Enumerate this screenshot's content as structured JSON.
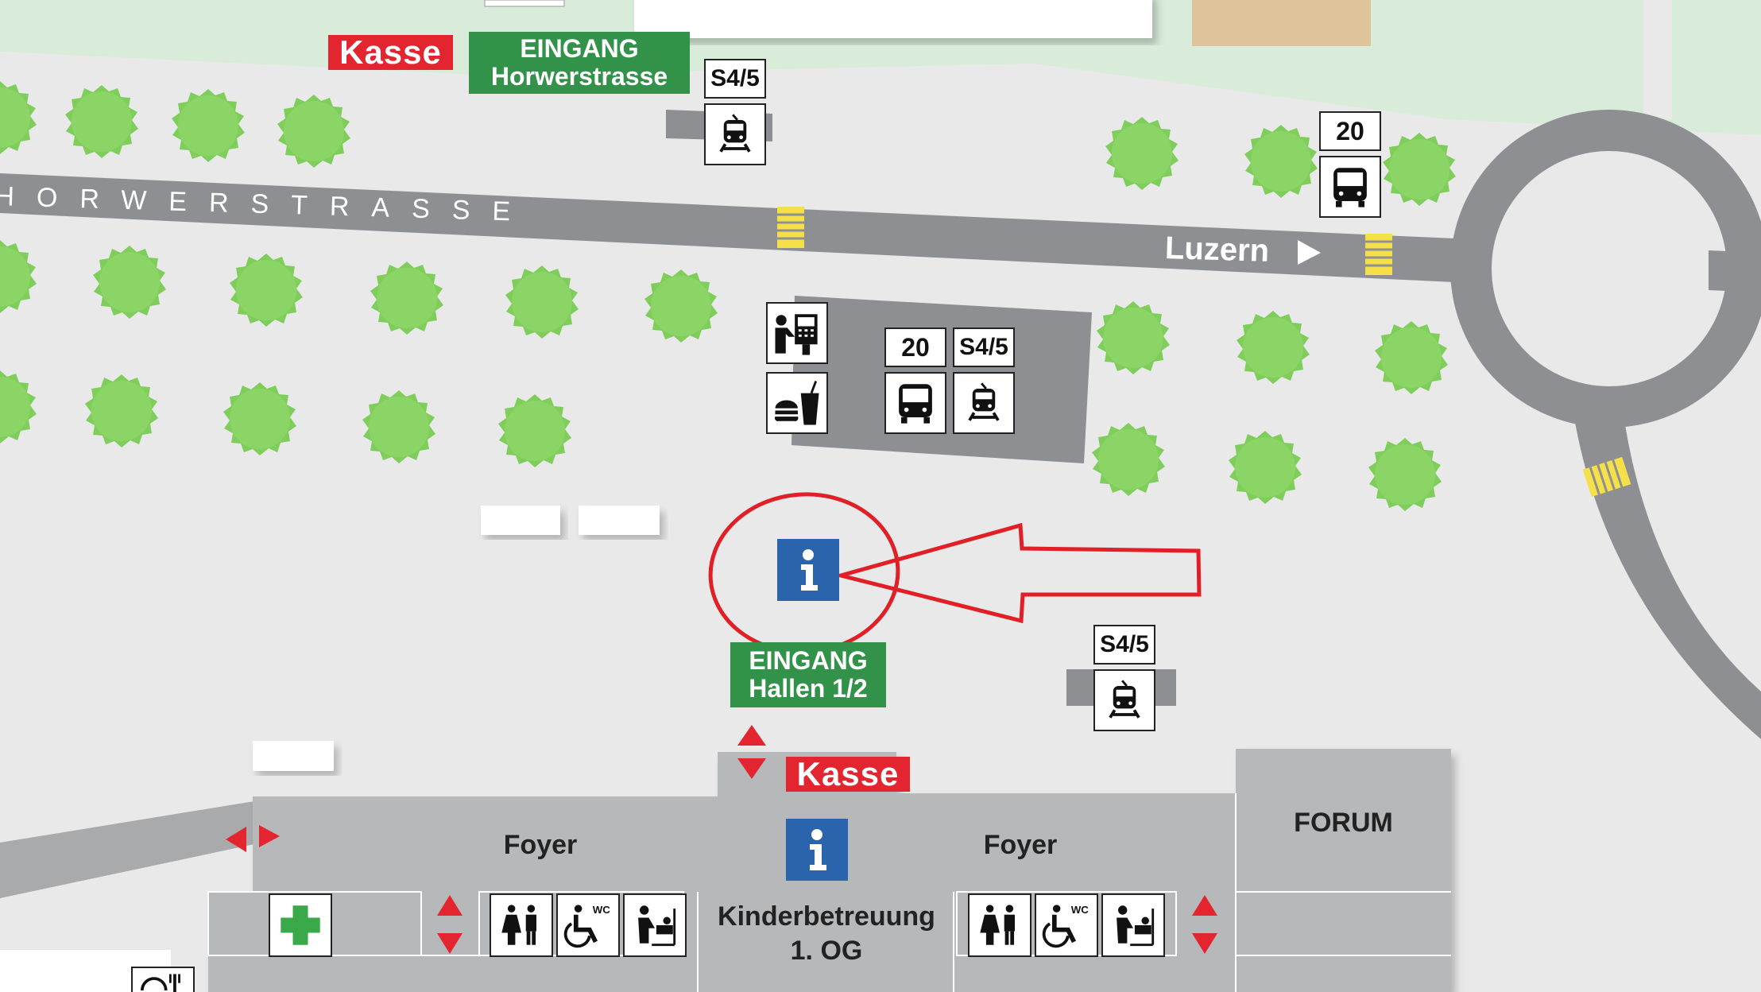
{
  "map": {
    "labels": {
      "kasse_top": "Kasse",
      "eingang_top_line1": "EINGANG",
      "eingang_top_line2": "Horwerstrasse",
      "street_name": "HORWERSTRASSE",
      "luzern": "Luzern",
      "eingang_halls_line1": "EINGANG",
      "eingang_halls_line2": "Hallen 1/2",
      "kasse_bottom": "Kasse",
      "foyer_left": "Foyer",
      "foyer_right": "Foyer",
      "forum": "FORUM",
      "kinder_line1": "Kinderbetreuung",
      "kinder_line2": "1. OG",
      "wc": "WC"
    },
    "routes": {
      "train_top": "S4/5",
      "bus_top_right": "20",
      "bus_mid": "20",
      "train_mid": "S4/5",
      "train_lower_right": "S4/5"
    },
    "icons": [
      "train-icon",
      "bus-icon",
      "ticket-machine-icon",
      "snack-icon",
      "info-icon",
      "first-aid-icon",
      "toilets-icon",
      "accessible-wc-icon",
      "baby-change-icon",
      "restaurant-icon",
      "tree-icon"
    ],
    "colors": {
      "road": "#8e8f92",
      "ground": "#e9e9ea",
      "grass": "#d9ecd9",
      "tree": "#7fcd5a",
      "building": "#b7b8ba",
      "kasse": "#e32530",
      "eingang": "#33924a",
      "info": "#2a64ad",
      "annotation": "#e01f26",
      "crossing": "#f5e04a"
    }
  }
}
